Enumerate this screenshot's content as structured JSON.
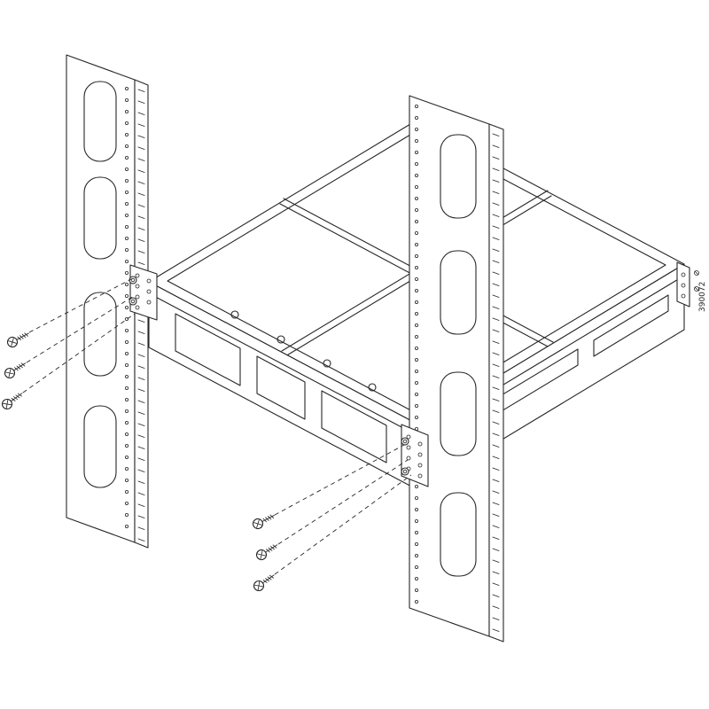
{
  "figure": {
    "number": "390072"
  },
  "colors": {
    "line": "#262626",
    "background": "#ffffff"
  },
  "diagram": {
    "left_rack_post_slots": 4,
    "right_rack_post_slots": 4,
    "left_screw_count": 3,
    "bottom_screw_count": 3
  }
}
